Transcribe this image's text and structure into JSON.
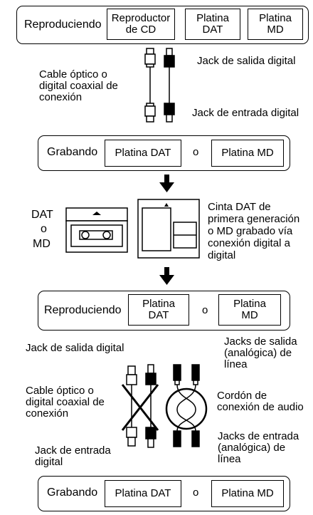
{
  "stage1": {
    "playing": "Reproduciendo",
    "cd_player": "Reproductor\nde CD",
    "dat_deck": "Platina\nDAT",
    "md_deck": "Platina\nMD"
  },
  "cable1": {
    "label": "Cable óptico o\ndigital coaxial de\nconexión",
    "output_jack": "Jack de salida digital",
    "input_jack": "Jack de entrada digital"
  },
  "stage2": {
    "recording": "Grabando",
    "dat_deck": "Platina DAT",
    "or": "o",
    "md_deck": "Platina MD"
  },
  "media": {
    "dat": "DAT",
    "or": "o",
    "md": "MD",
    "description": "Cinta DAT de\nprimera generación\no MD grabado vía\nconexión digital a\ndigital"
  },
  "stage3": {
    "playing": "Reproduciendo",
    "dat_deck": "Platina\nDAT",
    "or": "o",
    "md_deck": "Platina\nMD"
  },
  "cable2": {
    "output_jack": "Jack de salida digital",
    "analog_out": "Jacks de salida\n(analógica) de\nlínea",
    "optical_label": "Cable óptico o\ndigital coaxial de\nconexión",
    "audio_cord": "Cordón de\nconexión de audio",
    "analog_in": "Jacks de entrada\n(analógica) de\nlínea",
    "input_jack": "Jack de entrada\ndigital"
  },
  "stage4": {
    "recording": "Grabando",
    "dat_deck": "Platina DAT",
    "or": "o",
    "md_deck": "Platina MD"
  }
}
